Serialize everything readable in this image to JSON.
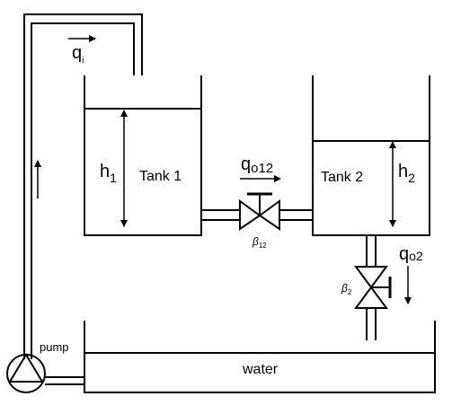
{
  "labels": {
    "qi_main": "q",
    "qi_sub": "i",
    "h1_main": "h",
    "h1_sub": "1",
    "tank1": "Tank 1",
    "qo12_main": "q",
    "qo12_sub": "o12",
    "tank2": "Tank 2",
    "h2_main": "h",
    "h2_sub": "2",
    "beta12_main": "β",
    "beta12_sub": "12",
    "qo2_main": "q",
    "qo2_sub": "o2",
    "beta2_main": "β",
    "beta2_sub": "2",
    "pump": "pump",
    "water": "water"
  }
}
